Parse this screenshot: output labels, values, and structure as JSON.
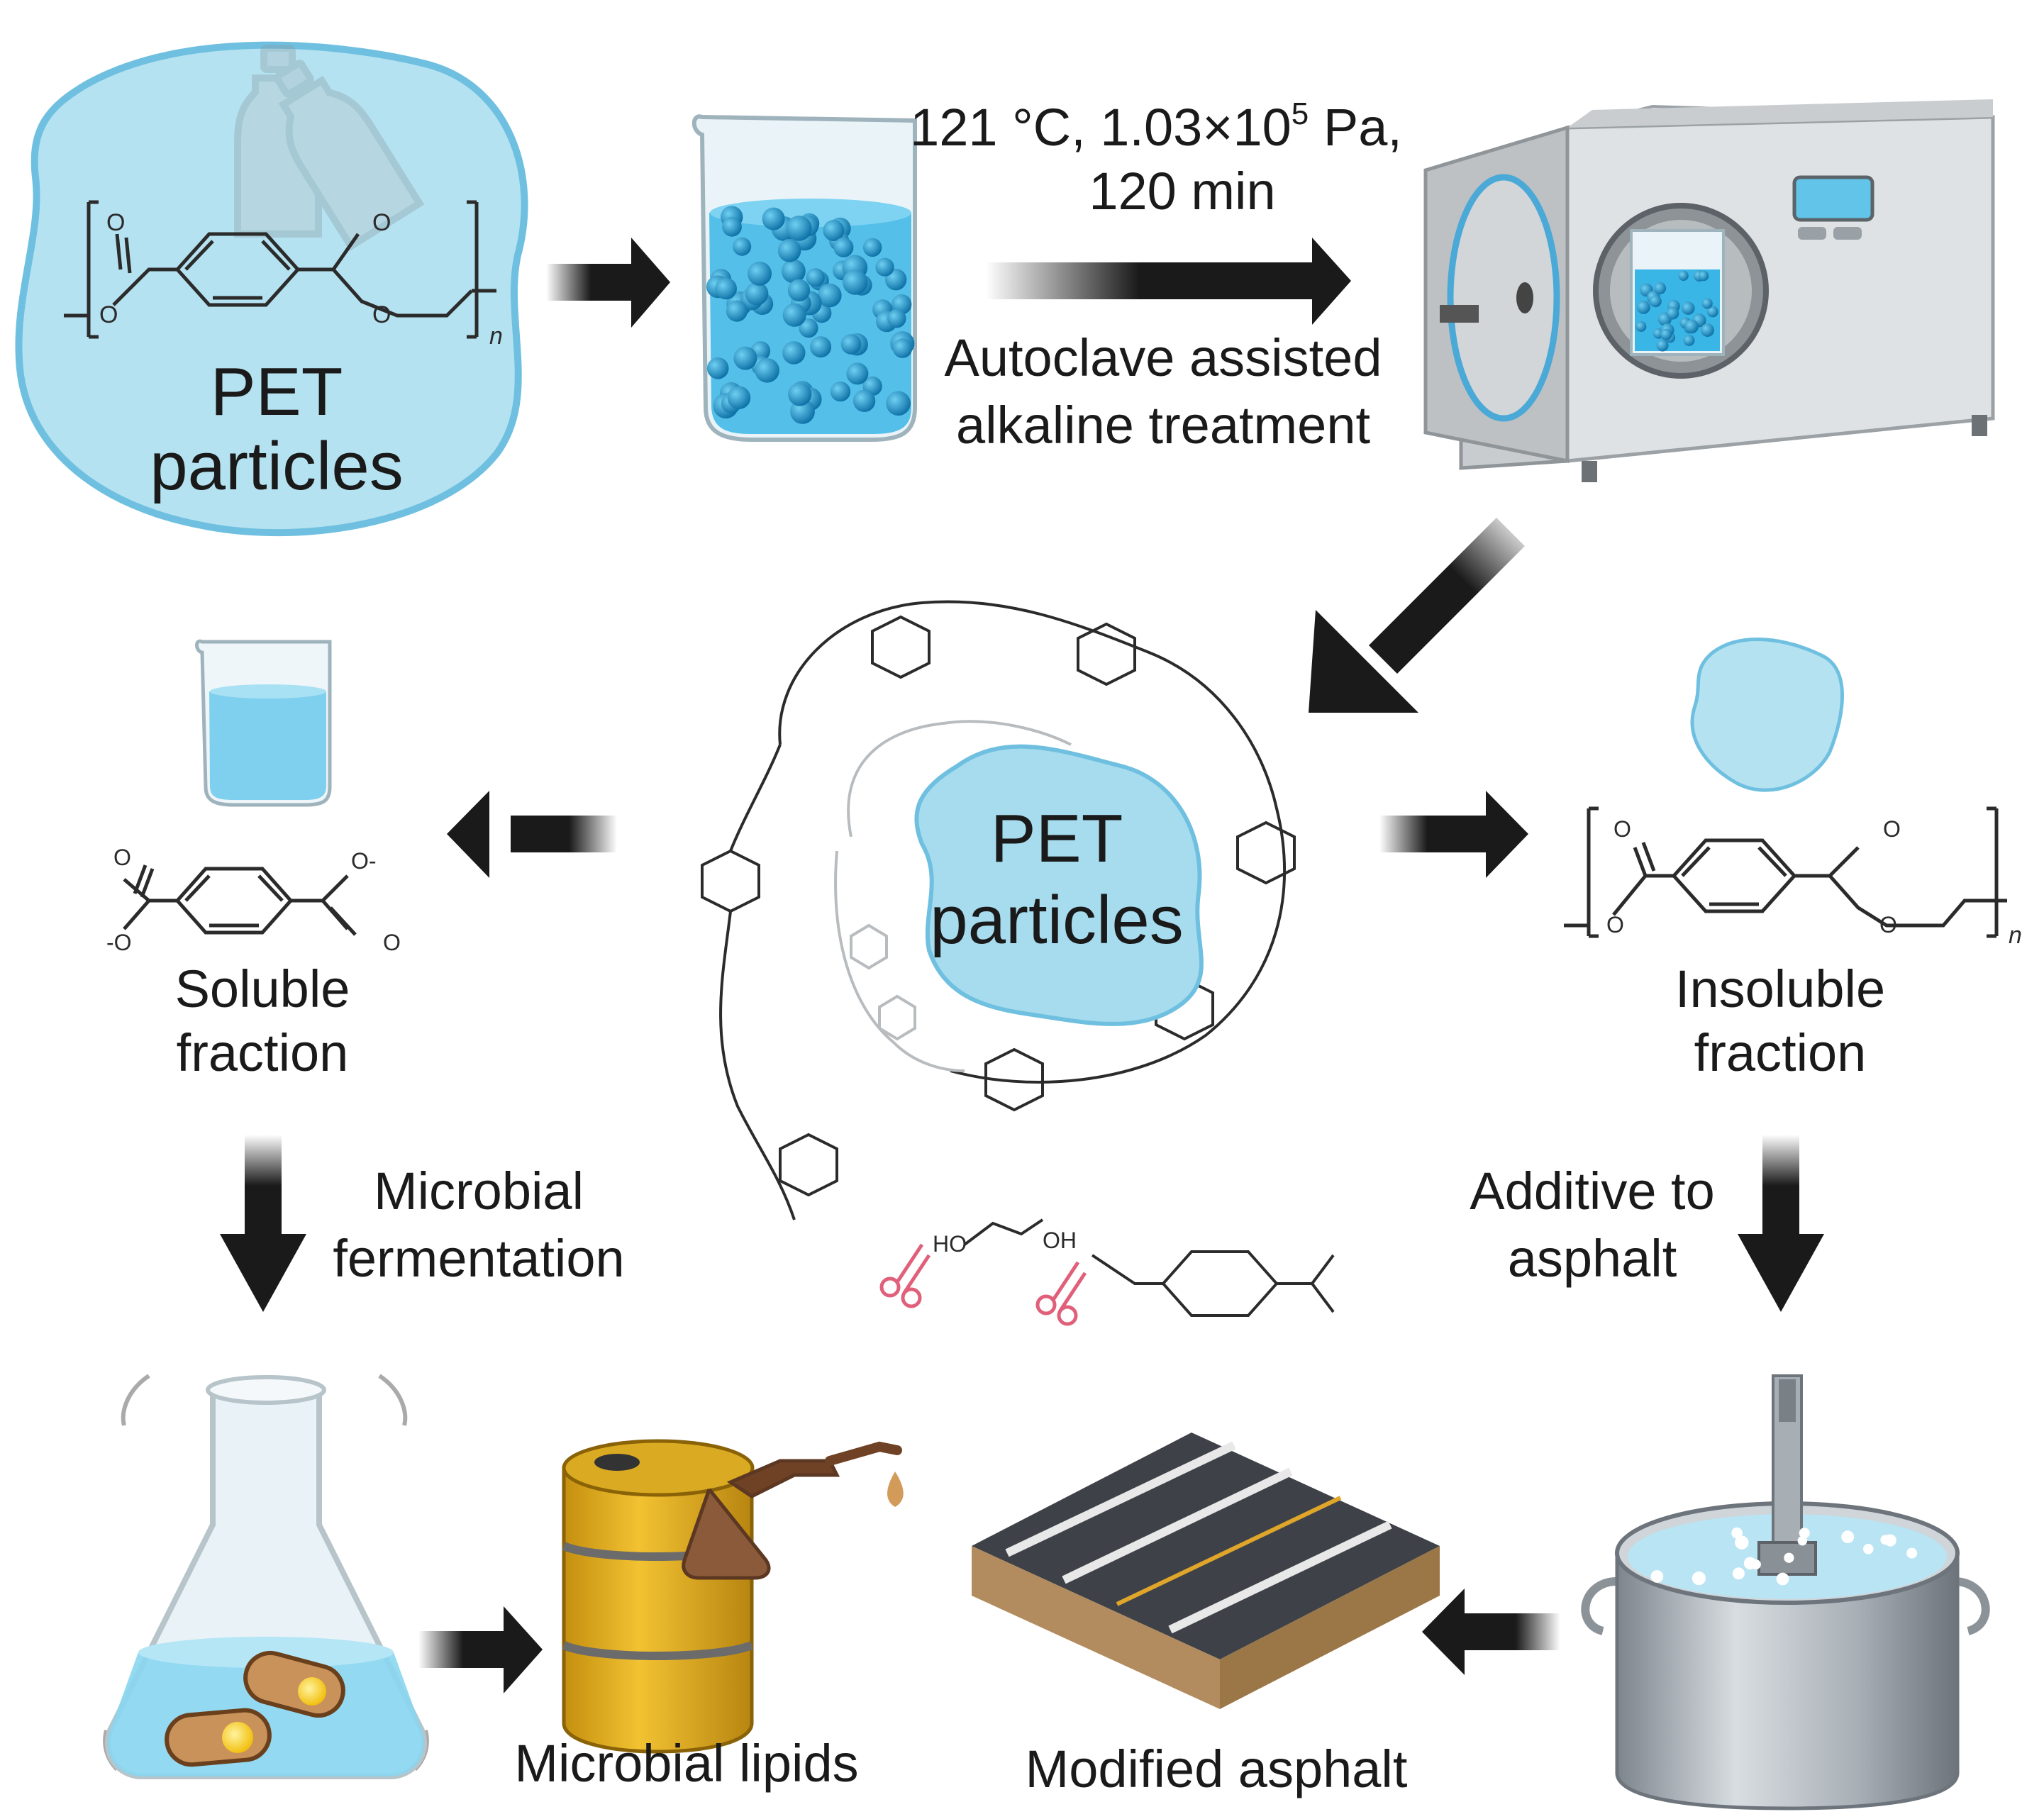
{
  "top_left": {
    "line1": "PET",
    "line2": "particles",
    "subscript_n": "n"
  },
  "conditions": {
    "line1_prefix": "121 °C, 1.03×10",
    "line1_sup": "5",
    "line1_suffix": " Pa,",
    "line2": "120 min"
  },
  "process": {
    "line1": "Autoclave assisted",
    "line2": "alkaline treatment"
  },
  "center": {
    "line1": "PET",
    "line2": "particles"
  },
  "soluble": {
    "line1": "Soluble",
    "line2": "fraction"
  },
  "insoluble": {
    "line1": "Insoluble",
    "line2": "fraction",
    "subscript_n": "n"
  },
  "fermentation": {
    "line1": "Microbial",
    "line2": "fermentation"
  },
  "asphalt_step": {
    "line1": "Additive to",
    "line2": "asphalt"
  },
  "products": {
    "lipids": "Microbial lipids",
    "asphalt": "Modified asphalt"
  },
  "chem": {
    "O": "O",
    "O_minus": "O",
    "HO": "HO",
    "OH": "OH"
  },
  "colors": {
    "pet_fill": "#b5e2f1",
    "pet_stroke": "#6fc0e0",
    "arrow": "#1a1a1a",
    "barrel": "#e8b41c",
    "scissors": "#e0607a"
  }
}
